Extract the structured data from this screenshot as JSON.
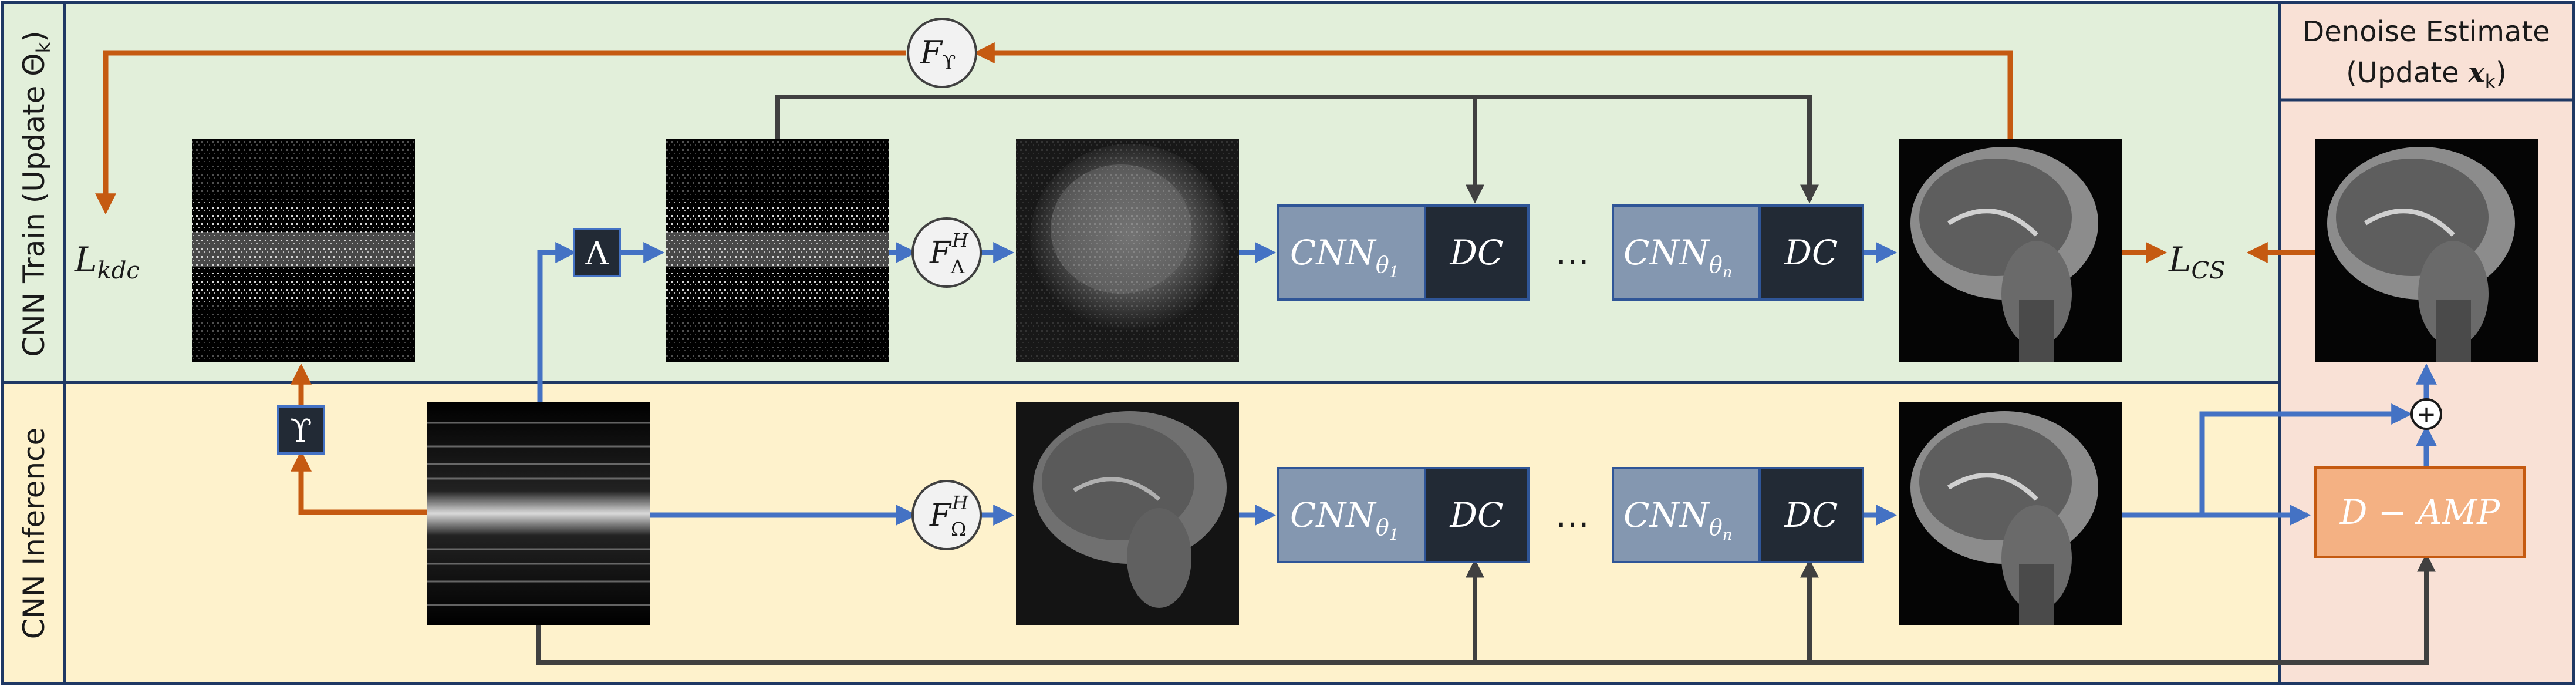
{
  "rows": {
    "train_label": "CNN Train (Update Θ",
    "train_label_sub": "k",
    "train_label_close": ")",
    "inference_label": "CNN Inference"
  },
  "side": {
    "title_line1": "Denoise Estimate",
    "title_line2_prefix": "(Update ",
    "title_line2_var": "x",
    "title_line2_sub": "k",
    "title_line2_suffix": ")",
    "algorithm_label": "D − AMP"
  },
  "ops": {
    "f_upsilon": "F",
    "f_upsilon_sub": "ϒ",
    "lambda": "Λ",
    "upsilon": "ϒ",
    "f_lambda_h": "F",
    "f_lambda_h_sup": "H",
    "f_lambda_h_sub": "Λ",
    "f_omega_h": "F",
    "f_omega_h_sup": "H",
    "f_omega_h_sub": "Ω",
    "sum": "+"
  },
  "losses": {
    "kdc": "L",
    "kdc_sub": "kdc",
    "cs": "L",
    "cs_sub": "CS"
  },
  "blocks": {
    "cnn_1": "CNN",
    "cnn_1_sub": "θ",
    "cnn_1_subsub": "1",
    "cnn_n": "CNN",
    "cnn_n_sub": "θ",
    "cnn_n_subsub": "n",
    "dc": "DC",
    "ellipsis": "…"
  },
  "colors": {
    "train_bg": "#e2efda",
    "inference_bg": "#fef2cc",
    "side_bg": "#f9e1d6",
    "frame": "#1f3864",
    "orange_arrow": "#c55a11",
    "blue_arrow": "#4472c4",
    "dark_arrow": "#404040",
    "cnn_fill": "#8497b0",
    "dc_fill": "#222a35",
    "amp_fill": "#f4b183"
  }
}
